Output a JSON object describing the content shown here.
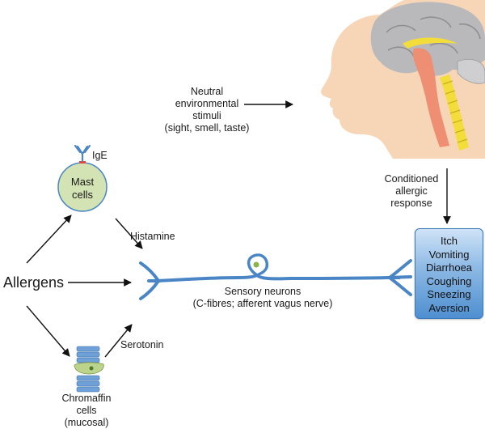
{
  "labels": {
    "neutral_stimuli": "Neutral\nenvironmental\nstimuli\n(sight, smell, taste)",
    "conditioned_response": "Conditioned\nallergic\nresponse",
    "ige": "IgE",
    "mast_cells": "Mast\ncells",
    "histamine": "Histamine",
    "allergens": "Allergens",
    "serotonin": "Serotonin",
    "chromaffin_cells": "Chromaffin\ncells\n(mucosal)",
    "sensory_neurons": "Sensory neurons\n(C-fibres; afferent vagus nerve)"
  },
  "symptoms": [
    "Itch",
    "Vomiting",
    "Diarrhoea",
    "Coughing",
    "Sneezing",
    "Aversion"
  ],
  "colors": {
    "neuron": "#4a86c6",
    "mast_cell_fill": "#d4e3b4",
    "mast_cell_stroke": "#4a86c6",
    "head_skin": "#f7d6b8",
    "brain": "#b9b9bb",
    "brainstem": "#ee8f74",
    "spine": "#f2dd3a",
    "chromaffin_blue": "#6fa1d8",
    "chromaffin_green": "#bcd38c"
  },
  "icons": {
    "antibody": "antibody-y-icon",
    "head": "head-brain-icon",
    "neuron": "neuron-icon"
  }
}
